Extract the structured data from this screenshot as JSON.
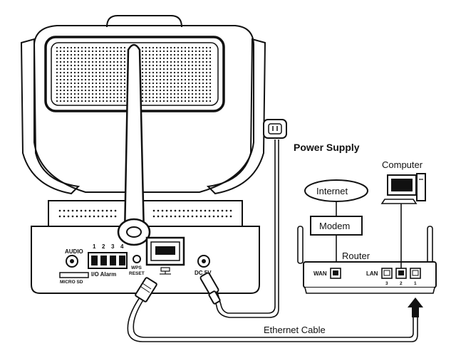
{
  "labels": {
    "power_supply": "Power Supply",
    "computer": "Computer",
    "internet": "Internet",
    "modem": "Modem",
    "router": "Router",
    "ethernet_cable": "Ethernet Cable"
  },
  "camera_ports": {
    "audio": "AUDIO",
    "micro_sd": "MICRO SD",
    "alarm_numbers": [
      "1",
      "2",
      "3",
      "4"
    ],
    "io_alarm": "I/O Alarm",
    "wps": "WPS",
    "reset": "RESET",
    "dc": "DC 5V"
  },
  "router_ports": {
    "wan": "WAN",
    "lan": "LAN",
    "numbers": [
      "3",
      "2",
      "1"
    ]
  },
  "icons": [
    "power-outlet-icon",
    "computer-icon",
    "network-port-icon",
    "arrow-up-icon"
  ]
}
